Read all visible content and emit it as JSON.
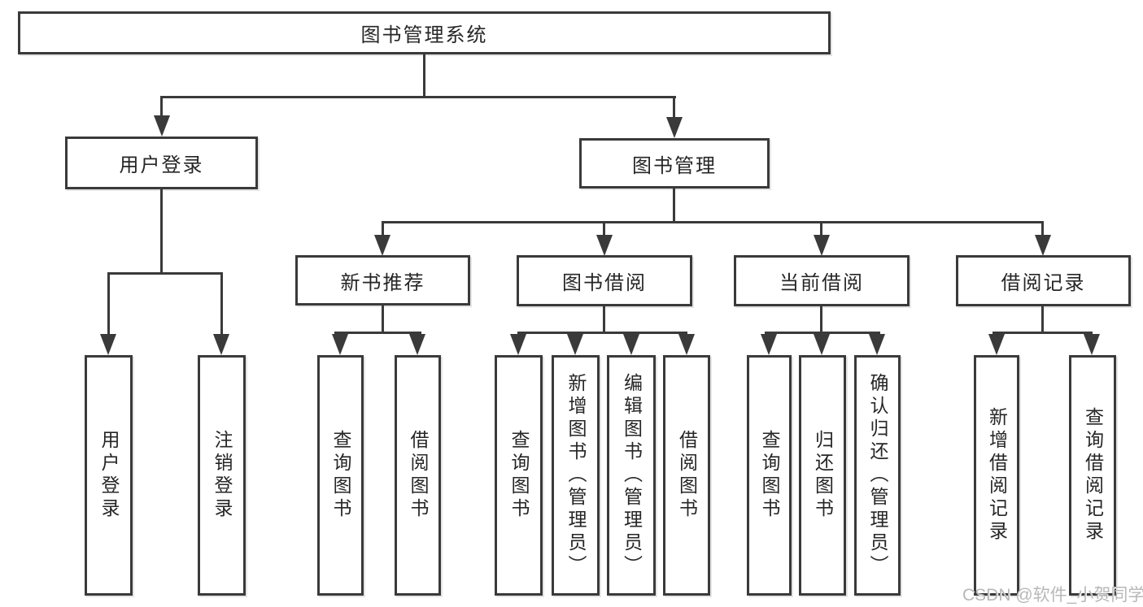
{
  "tree": {
    "root": {
      "label": "图书管理系统",
      "children": [
        {
          "label": "用户登录",
          "children": [
            {
              "label": "用户登录"
            },
            {
              "label": "注销登录"
            }
          ]
        },
        {
          "label": "图书管理",
          "children": [
            {
              "label": "新书推荐",
              "children": [
                {
                  "label": "查询图书"
                },
                {
                  "label": "借阅图书"
                }
              ]
            },
            {
              "label": "图书借阅",
              "children": [
                {
                  "label": "查询图书"
                },
                {
                  "label": "新增图书（管理员）"
                },
                {
                  "label": "编辑图书（管理员）"
                },
                {
                  "label": "借阅图书"
                }
              ]
            },
            {
              "label": "当前借阅",
              "children": [
                {
                  "label": "查询图书"
                },
                {
                  "label": "归还图书"
                },
                {
                  "label": "确认归还（管理员）"
                }
              ]
            },
            {
              "label": "借阅记录",
              "children": [
                {
                  "label": "新增借阅记录"
                },
                {
                  "label": "查询借阅记录"
                }
              ]
            }
          ]
        }
      ]
    }
  },
  "watermark": "CSDN @软件_小贺同学",
  "colors": {
    "line": "#3a3a3a",
    "text": "#262626",
    "watermark": "#b8b8b8",
    "canvas": "#ffffff"
  }
}
